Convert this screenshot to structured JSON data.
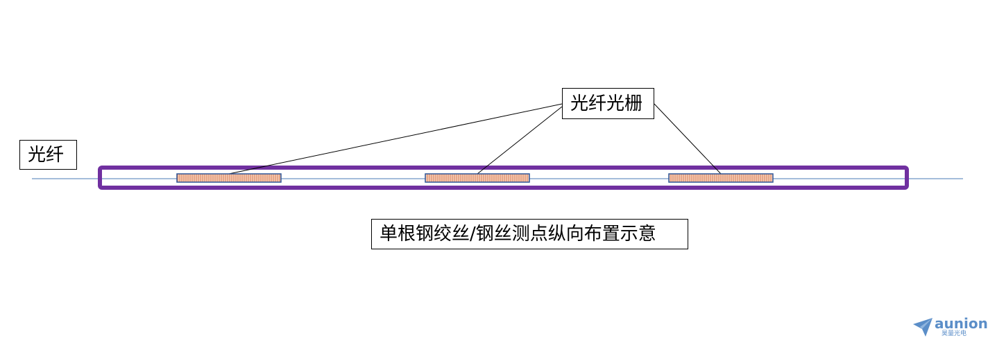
{
  "labels": {
    "fiber": "光纤",
    "grating": "光纤光栅",
    "caption": "单根钢绞丝/钢丝测点纵向布置示意"
  },
  "logo": {
    "text": "aunion",
    "subtext": "昊量光电"
  },
  "colors": {
    "fiber_line": "#4a7ab5",
    "strand_frame": "#7030a0",
    "grating_fill": "#f3c4a8",
    "grating_hatch": "#d97b5a",
    "grating_border": "#2f5597",
    "logo": "#5b8ec8"
  },
  "gratings_count": 3
}
